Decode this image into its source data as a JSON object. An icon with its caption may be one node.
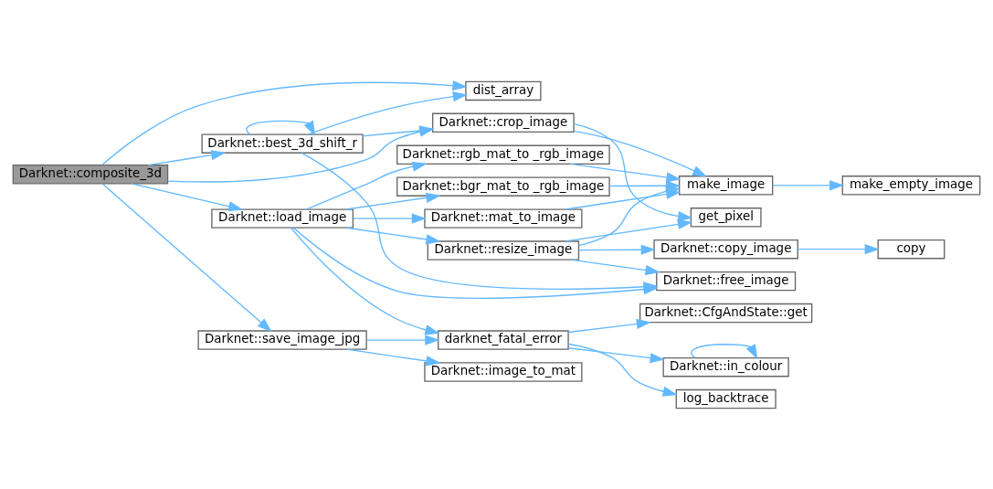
{
  "diagram": {
    "nodes": [
      {
        "text": [
          "Darknet::composite_3d"
        ]
      },
      {
        "text": [
          "dist_array"
        ]
      },
      {
        "text": [
          "Darknet::best_3d_shift_r"
        ]
      },
      {
        "text": [
          "Darknet::crop_image"
        ]
      },
      {
        "text": [
          "Darknet::rgb_mat_to _rgb_image"
        ]
      },
      {
        "text": [
          "Darknet::bgr_mat_to _rgb_image"
        ]
      },
      {
        "text": [
          "make_image"
        ]
      },
      {
        "text": [
          "make_empty_image"
        ]
      },
      {
        "text": [
          "Darknet::load_image"
        ]
      },
      {
        "text": [
          "Darknet::mat_to_image"
        ]
      },
      {
        "text": [
          "get_pixel"
        ]
      },
      {
        "text": [
          "Darknet::resize_image"
        ]
      },
      {
        "text": [
          "Darknet::copy_image"
        ]
      },
      {
        "text": [
          "copy"
        ]
      },
      {
        "text": [
          "Darknet::free_image"
        ]
      },
      {
        "text": [
          "Darknet::CfgAndState::get"
        ]
      },
      {
        "text": [
          "Darknet::save_image_jpg"
        ]
      },
      {
        "text": [
          "darknet_fatal_error"
        ]
      },
      {
        "text": [
          "Darknet::in_colour"
        ]
      },
      {
        "text": [
          "Darknet::image_to_mat"
        ]
      },
      {
        "text": [
          "log_backtrace"
        ]
      }
    ],
    "edges": [
      {
        "from": 0,
        "to": 1,
        "arrow": "to"
      },
      {
        "from": 0,
        "to": 2,
        "arrow": "to"
      },
      {
        "from": 0,
        "to": 3,
        "arrow": "to"
      },
      {
        "from": 0,
        "to": 8,
        "arrow": "to"
      },
      {
        "from": 0,
        "to": 16,
        "arrow": "to"
      },
      {
        "from": 2,
        "to": 2,
        "arrow": "to"
      },
      {
        "from": 2,
        "to": 1,
        "arrow": "to"
      },
      {
        "from": 2,
        "to": 3,
        "arrow": "to"
      },
      {
        "from": 2,
        "to": 14,
        "arrow": "to"
      },
      {
        "from": 3,
        "to": 6,
        "arrow": "to"
      },
      {
        "from": 3,
        "to": 10,
        "arrow": "to"
      },
      {
        "from": 4,
        "to": 6,
        "arrow": "to"
      },
      {
        "from": 5,
        "to": 6,
        "arrow": "to"
      },
      {
        "from": 6,
        "to": 7,
        "arrow": "to"
      },
      {
        "from": 8,
        "to": 4,
        "arrow": "to"
      },
      {
        "from": 8,
        "to": 5,
        "arrow": "to"
      },
      {
        "from": 8,
        "to": 9,
        "arrow": "to"
      },
      {
        "from": 8,
        "to": 11,
        "arrow": "to"
      },
      {
        "from": 8,
        "to": 14,
        "arrow": "to"
      },
      {
        "from": 8,
        "to": 17,
        "arrow": "to"
      },
      {
        "from": 9,
        "to": 6,
        "arrow": "to"
      },
      {
        "from": 11,
        "to": 6,
        "arrow": "to"
      },
      {
        "from": 11,
        "to": 10,
        "arrow": "to"
      },
      {
        "from": 11,
        "to": 12,
        "arrow": "to"
      },
      {
        "from": 11,
        "to": 14,
        "arrow": "to"
      },
      {
        "from": 12,
        "to": 13,
        "arrow": "to"
      },
      {
        "from": 16,
        "to": 17,
        "arrow": "to"
      },
      {
        "from": 16,
        "to": 19,
        "arrow": "to"
      },
      {
        "from": 17,
        "to": 15,
        "arrow": "to"
      },
      {
        "from": 17,
        "to": 18,
        "arrow": "to"
      },
      {
        "from": 17,
        "to": 20,
        "arrow": "to"
      },
      {
        "from": 18,
        "to": 18,
        "arrow": "to"
      }
    ]
  }
}
